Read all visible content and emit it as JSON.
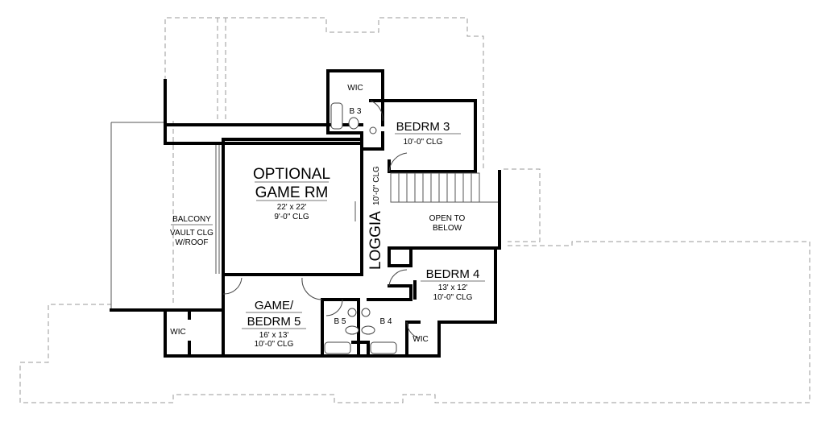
{
  "rooms": {
    "optional_game_rm": {
      "line1": "OPTIONAL",
      "line2": "GAME RM",
      "size": "22' x 22'",
      "ceiling": "9'-0\" CLG"
    },
    "bedrm3": {
      "name": "BEDRM 3",
      "ceiling": "10'-0\"  CLG"
    },
    "bedrm4": {
      "name": "BEDRM 4",
      "size": "13' x 12'",
      "ceiling": "10'-0\" CLG"
    },
    "game_bedrm5": {
      "line1": "GAME/",
      "line2": "BEDRM 5",
      "size": "16' x 13'",
      "ceiling": "10'-0\" CLG"
    },
    "balcony": {
      "name": "BALCONY",
      "line2": "VAULT CLG",
      "line3": "W/ROOF"
    },
    "loggia": {
      "name": "LOGGIA",
      "ceiling": "10'-0\"  CLG"
    },
    "open_to_below": {
      "line1": "OPEN TO",
      "line2": "BELOW"
    },
    "wic_top": "WIC",
    "wic_left": "WIC",
    "wic_right": "WIC",
    "b3": "B 3",
    "b4": "B 4",
    "b5": "B 5"
  }
}
